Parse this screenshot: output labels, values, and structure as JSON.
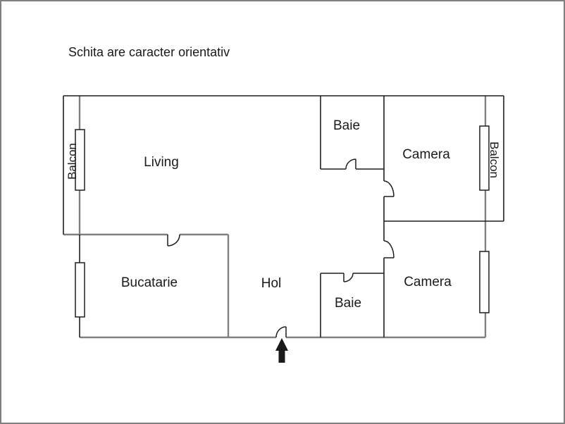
{
  "plan": {
    "title": "Schita are caracter orientativ",
    "labels": {
      "living": "Living",
      "bucatarie": "Bucatarie",
      "hol": "Hol",
      "baie_top": "Baie",
      "baie_bottom": "Baie",
      "camera_top": "Camera",
      "camera_bottom": "Camera",
      "balcon_left": "Balcon",
      "balcon_right": "Balcon"
    }
  },
  "colors": {
    "bg": "#ffffff",
    "frame": "#808080",
    "wall_dark": "#1f1f1f",
    "wall_gray": "#808080",
    "text": "#1a1a1a",
    "arrow": "#1a1a1a"
  }
}
